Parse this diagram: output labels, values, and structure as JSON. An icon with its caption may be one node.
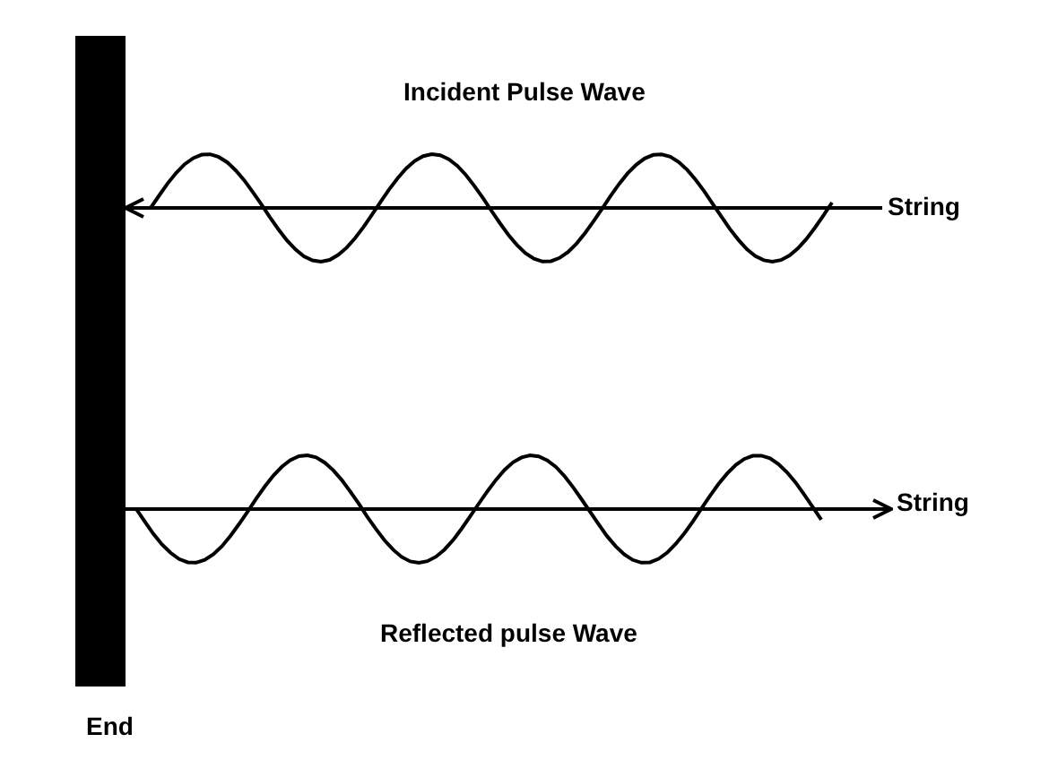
{
  "diagram": {
    "nodes": [
      {
        "text": [],
        "shape": "bar",
        "beside": [
          "End"
        ]
      },
      {
        "text": [
          "String"
        ]
      },
      {
        "text": [
          "String"
        ]
      }
    ],
    "edges": [
      {
        "from": 1,
        "to": 0,
        "arrow": "to"
      },
      {
        "from": 0,
        "to": 2,
        "arrow": "to"
      }
    ],
    "labels": [
      "Incident Pulse Wave",
      "Reflected pulse Wave"
    ]
  }
}
